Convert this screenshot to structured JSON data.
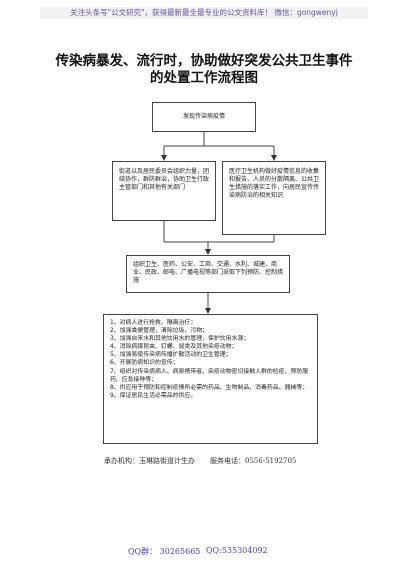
{
  "header": {
    "text": "关注头条号\"公文研究\"，获得最新最全最专业的公文资料库！ 微信：gongwenyj"
  },
  "title": {
    "line1": "传染病暴发、流行时，协助做好突发公共卫生事件",
    "line2": "的处置工作流程图"
  },
  "nodes": {
    "top": "发现传染病疫情",
    "left": "街道以及居民委员会组织力量，团结协作，群防群治，协助卫生行政主管部门和其他有关部门",
    "right": "医疗卫生机构做好疫情信息的收集和报告、人员的分散隔离、公共卫生措施的落实工作，向居民宣传传染病防治的相关知识",
    "middle": "组织卫生、医药、公安、工商、交通、水利、城建、商业、民政、邮电、广播电视等部门采取下列预防、控制措施",
    "steps": [
      "1、对病人进行抢救、隔离治疗；",
      "2、加强粪便管理，清除垃圾、污物；",
      "3、加强自来水和其他饮用水的管理，保护饮用水源；",
      "4、消除病媒昆虫、钉螺、鼠类及其他染疫动物；",
      "5、加强易使传染病传播扩散活动的卫生管理；",
      "6、开展防病知识的宣传；",
      "7、组织对传染病病人、病原携带者、染疫动物密切接触人群的检疫、预防服药、应急接种等；",
      "8、供应用于预防和控制疫情所必需的药品、生物制品、消毒药品、器械等；",
      "9、保证居民生活必需品的供应。"
    ]
  },
  "footer": {
    "org": "承办机构：玉琳路街道计生办",
    "phone": "服务电话：0556-5192705"
  },
  "contact": {
    "qq_group": "QQ群： 30265665",
    "qq": "QQ:535304092"
  }
}
